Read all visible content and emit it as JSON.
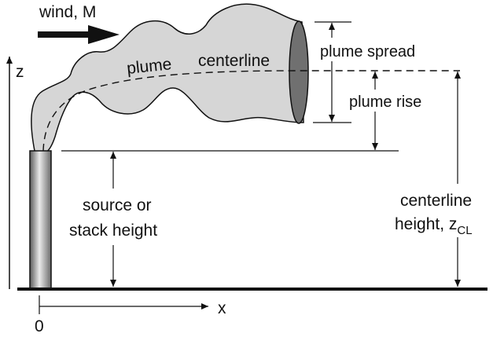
{
  "labels": {
    "wind": "wind, M",
    "z_axis": "z",
    "plume_word": "plume",
    "centerline_word": "centerline",
    "plume_spread": "plume spread",
    "plume_rise": "plume rise",
    "source_line1": "source or",
    "source_line2": "stack height",
    "centerline_line1": "centerline",
    "centerline_line2": "height, z",
    "centerline_subscript": "CL",
    "x_axis": "x",
    "origin": "0"
  },
  "colors": {
    "plume_fill": "#d6d6d6",
    "plume_mouth": "#707070",
    "stroke": "#111111",
    "stack_dark": "#5a5a5a",
    "stack_light": "#e6e6e6"
  }
}
